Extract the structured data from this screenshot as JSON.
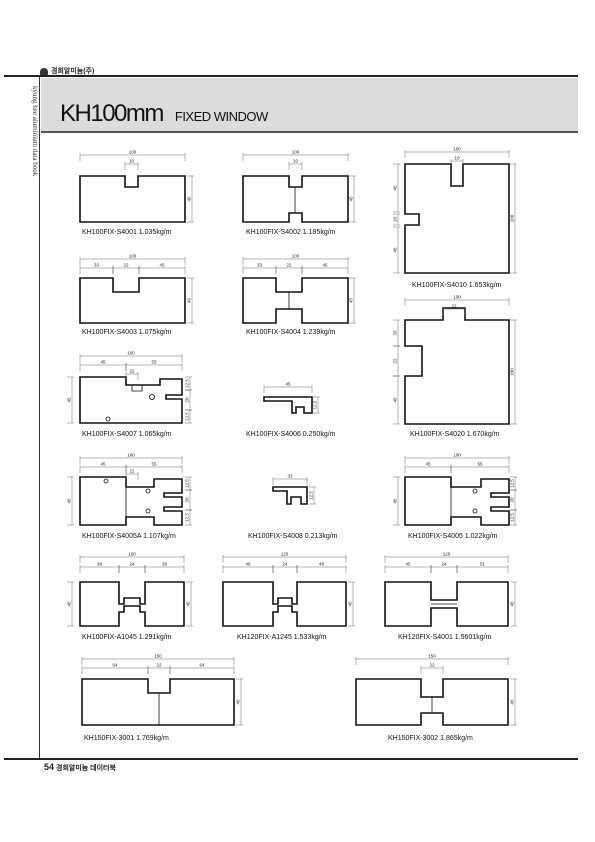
{
  "brand": "경희알미늄(주)",
  "side_text": "kyung hee aluminium data book",
  "title": "KH100mm",
  "subtitle": "FIXED WINDOW",
  "footer": {
    "page": "54",
    "text": "경희알미늄 데이터북"
  },
  "profiles": [
    {
      "code": "KH100FIX-S4001",
      "weight": "1.035kg/m",
      "dims": [
        "100",
        "10",
        "45"
      ]
    },
    {
      "code": "KH100FIX-S4002",
      "weight": "1.185kg/m",
      "dims": [
        "100",
        "10",
        "45"
      ]
    },
    {
      "code": "KH100FIX-S4010",
      "weight": "1.653kg/m",
      "dims": [
        "100",
        "10",
        "45",
        "10",
        "45",
        "100"
      ]
    },
    {
      "code": "KH100FIX-S4003",
      "weight": "1.075kg/m",
      "dims": [
        "100",
        "33",
        "22",
        "45",
        "45"
      ]
    },
    {
      "code": "KH100FIX-S4004",
      "weight": "1.239kg/m",
      "dims": [
        "100",
        "33",
        "22",
        "45",
        "45"
      ]
    },
    {
      "code": "KH100FIX-S4020",
      "weight": "1.670kg/m",
      "dims": [
        "100",
        "22",
        "33",
        "22",
        "45",
        "100"
      ]
    },
    {
      "code": "KH100FIX-S4007",
      "weight": "1.065kg/m",
      "dims": [
        "100",
        "45",
        "55",
        "22",
        "45",
        "12.5",
        "20",
        "12.5"
      ]
    },
    {
      "code": "KH100FIX-S4006",
      "weight": "0.250kg/m",
      "dims": [
        "45",
        "12.5"
      ]
    },
    {
      "code": "KH100FIX-S4005A",
      "weight": "1.107kg/m",
      "dims": [
        "100",
        "45",
        "55",
        "22",
        "45",
        "12.5",
        "20",
        "12.5"
      ]
    },
    {
      "code": "KH100FIX-S4008",
      "weight": "0.213kg/m",
      "dims": [
        "33",
        "12.5"
      ]
    },
    {
      "code": "KH100FIX-S4005",
      "weight": "1.022kg/m",
      "dims": [
        "100",
        "45",
        "55",
        "45",
        "12.5",
        "20",
        "12.5"
      ]
    },
    {
      "code": "KH100FIX-A1045",
      "weight": "1.291kg/m",
      "dims": [
        "100",
        "38",
        "24",
        "38",
        "45",
        "45"
      ]
    },
    {
      "code": "KH120FIX-A1245",
      "weight": "1.533kg/m",
      "dims": [
        "120",
        "48",
        "24",
        "48",
        "45"
      ]
    },
    {
      "code": "KH120FIX-S4001",
      "weight": "1.5601kg/m",
      "dims": [
        "120",
        "45",
        "24",
        "51",
        "45"
      ]
    },
    {
      "code": "KH150FIX-3001",
      "weight": "1.769kg/m",
      "dims": [
        "150",
        "64",
        "22",
        "64",
        "45"
      ]
    },
    {
      "code": "KH150FIX-3002",
      "weight": "1.865kg/m",
      "dims": [
        "150",
        "22",
        "45"
      ]
    }
  ]
}
